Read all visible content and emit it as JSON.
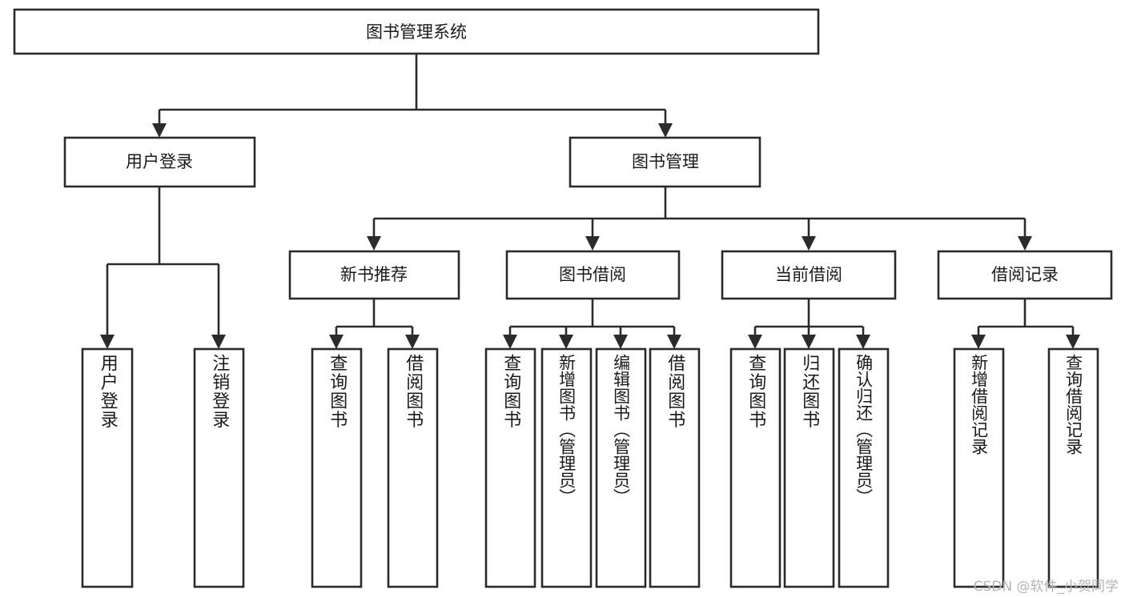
{
  "diagram": {
    "type": "tree",
    "title": "图书管理系统",
    "root": {
      "id": "root",
      "label": "图书管理系统"
    },
    "level2": [
      {
        "id": "user-login",
        "label": "用户登录"
      },
      {
        "id": "book-manage",
        "label": "图书管理"
      }
    ],
    "level3": [
      {
        "id": "new-book-rec",
        "label": "新书推荐",
        "parent": "book-manage"
      },
      {
        "id": "book-borrow",
        "label": "图书借阅",
        "parent": "book-manage"
      },
      {
        "id": "current-borrow",
        "label": "当前借阅",
        "parent": "book-manage"
      },
      {
        "id": "borrow-record",
        "label": "借阅记录",
        "parent": "book-manage"
      }
    ],
    "leaves": [
      {
        "id": "leaf-user-login",
        "label": "用户登录",
        "parent": "user-login"
      },
      {
        "id": "leaf-user-logout",
        "label": "注销登录",
        "parent": "user-login"
      },
      {
        "id": "leaf-query-book-1",
        "label": "查询图书",
        "parent": "new-book-rec"
      },
      {
        "id": "leaf-borrow-book-1",
        "label": "借阅图书",
        "parent": "new-book-rec"
      },
      {
        "id": "leaf-query-book-2",
        "label": "查询图书",
        "parent": "book-borrow"
      },
      {
        "id": "leaf-add-book",
        "label": "新增图书（管理员）",
        "parent": "book-borrow"
      },
      {
        "id": "leaf-edit-book",
        "label": "编辑图书（管理员）",
        "parent": "book-borrow"
      },
      {
        "id": "leaf-borrow-book-2",
        "label": "借阅图书",
        "parent": "book-borrow"
      },
      {
        "id": "leaf-query-book-3",
        "label": "查询图书",
        "parent": "current-borrow"
      },
      {
        "id": "leaf-return-book",
        "label": "归还图书",
        "parent": "current-borrow"
      },
      {
        "id": "leaf-confirm-return",
        "label": "确认归还（管理员）",
        "parent": "current-borrow"
      },
      {
        "id": "leaf-add-record",
        "label": "新增借阅记录",
        "parent": "borrow-record"
      },
      {
        "id": "leaf-query-record",
        "label": "查询借阅记录",
        "parent": "borrow-record"
      }
    ],
    "watermark": "CSDN @软件_小贺同学",
    "colors": {
      "stroke": "#2b2b2b",
      "fill": "#ffffff",
      "text": "#1a1a1a",
      "watermark": "#b4b4b4"
    }
  }
}
